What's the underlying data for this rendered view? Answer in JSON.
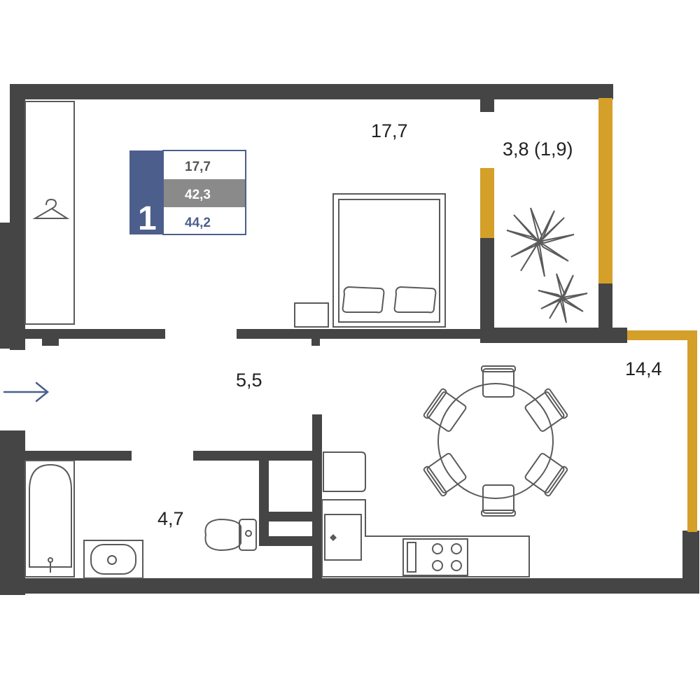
{
  "badge": {
    "rooms": "1",
    "living_area": "17,7",
    "floor_area": "42,3",
    "total_area": "44,2"
  },
  "rooms": {
    "bedroom": "17,7",
    "balcony": "3,8 (1,9)",
    "kitchen_living": "14,4",
    "hall": "5,5",
    "bathroom": "4,7"
  },
  "colors": {
    "wall": "#454545",
    "window": "#d4a02a",
    "badge_blue": "#4c5f8c",
    "badge_gray": "#8a8a8a",
    "furniture": "#5a5a5a",
    "arrow": "#4c5f8c"
  },
  "icons": {
    "entrance": "arrow-right-icon",
    "wardrobe": "hanger-icon",
    "plants": "plant-icon"
  }
}
